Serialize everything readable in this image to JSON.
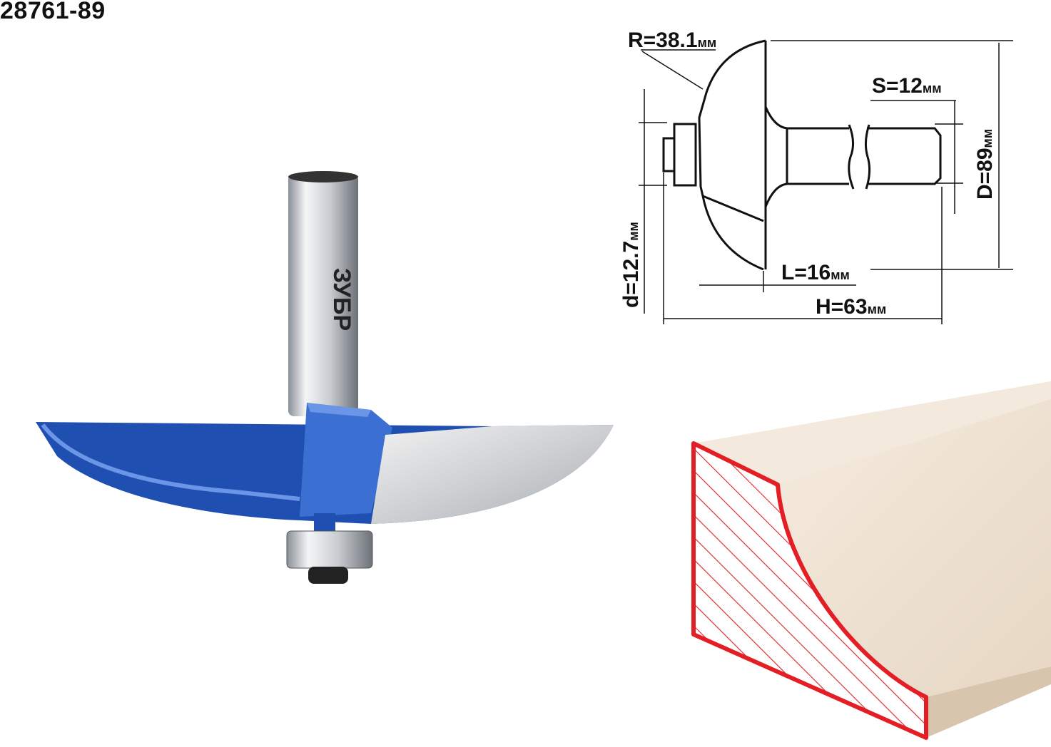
{
  "article_number": "28761-89",
  "brand": "ЗУБР",
  "dimensions": {
    "R": {
      "label": "R=38.1",
      "unit": "мм"
    },
    "S": {
      "label": "S=12",
      "unit": "мм"
    },
    "D": {
      "label": "D=89",
      "unit": "мм"
    },
    "d": {
      "label": "d=12.7",
      "unit": "мм"
    },
    "L": {
      "label": "L=16",
      "unit": "мм"
    },
    "H": {
      "label": "H=63",
      "unit": "мм"
    }
  },
  "colors": {
    "cutter_blue": "#1f4fb0",
    "profile_red": "#e31e24",
    "wood": "#efe3d3"
  }
}
